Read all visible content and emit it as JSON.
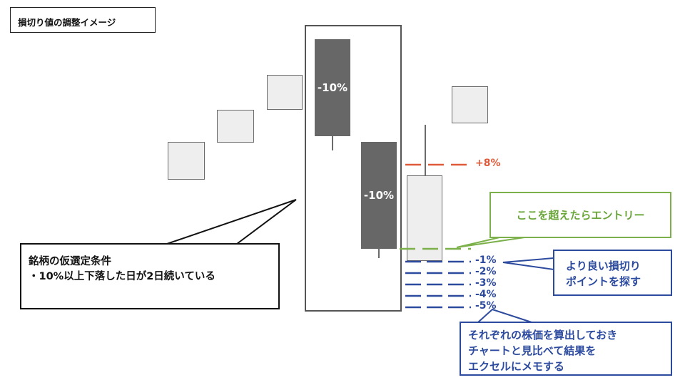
{
  "title": "損切り値の調整イメージ",
  "candles": {
    "down1_label": "-10%",
    "down2_label": "-10%"
  },
  "levels": {
    "plus": "+8%",
    "minus": [
      "-1%",
      "-2%",
      "-3%",
      "-4%",
      "-5%"
    ]
  },
  "callouts": {
    "condition_line1": "銘柄の仮選定条件",
    "condition_line2": "・10%以上下落した日が2日続いている",
    "entry": "ここを超えたらエントリー",
    "better_stop_line1": "より良い損切り",
    "better_stop_line2": "ポイントを探す",
    "memo_line1": "それぞれの株価を算出しておき",
    "memo_line2": "チャートと見比べて結果を",
    "memo_line3": "エクセルにメモする"
  },
  "colors": {
    "up_candle_fill": "#eeeeee",
    "down_candle_fill": "#676767",
    "plus_level": "#e05a3a",
    "entry_level": "#7bb04a",
    "minus_level": "#2c4a9e"
  }
}
